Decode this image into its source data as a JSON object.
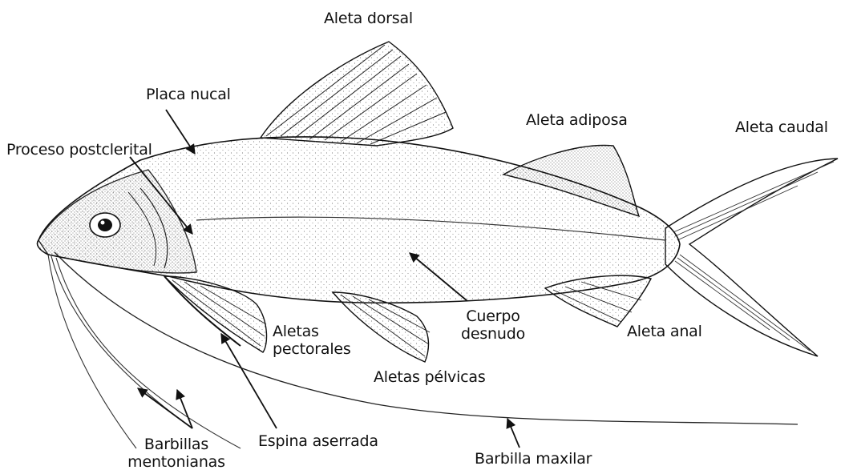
{
  "figure": {
    "labels": {
      "aleta_dorsal": "Aleta dorsal",
      "placa_nucal": "Placa nucal",
      "aleta_adiposa": "Aleta adiposa",
      "aleta_caudal": "Aleta caudal",
      "proceso_postcleritral": "Proceso postclerital",
      "aletas_pectorales_1": "Aletas",
      "aletas_pectorales_2": "pectorales",
      "cuerpo_desnudo_1": "Cuerpo",
      "cuerpo_desnudo_2": "desnudo",
      "aleta_anal": "Aleta  anal",
      "aletas_pelvicas": "Aletas pélvicas",
      "barbillas_mentonianas_1": "Barbillas",
      "barbillas_mentonianas_2": "mentonianas",
      "espina_aserrada": "Espina aserrada",
      "barbilla_maxilar": "Barbilla maxilar"
    }
  }
}
